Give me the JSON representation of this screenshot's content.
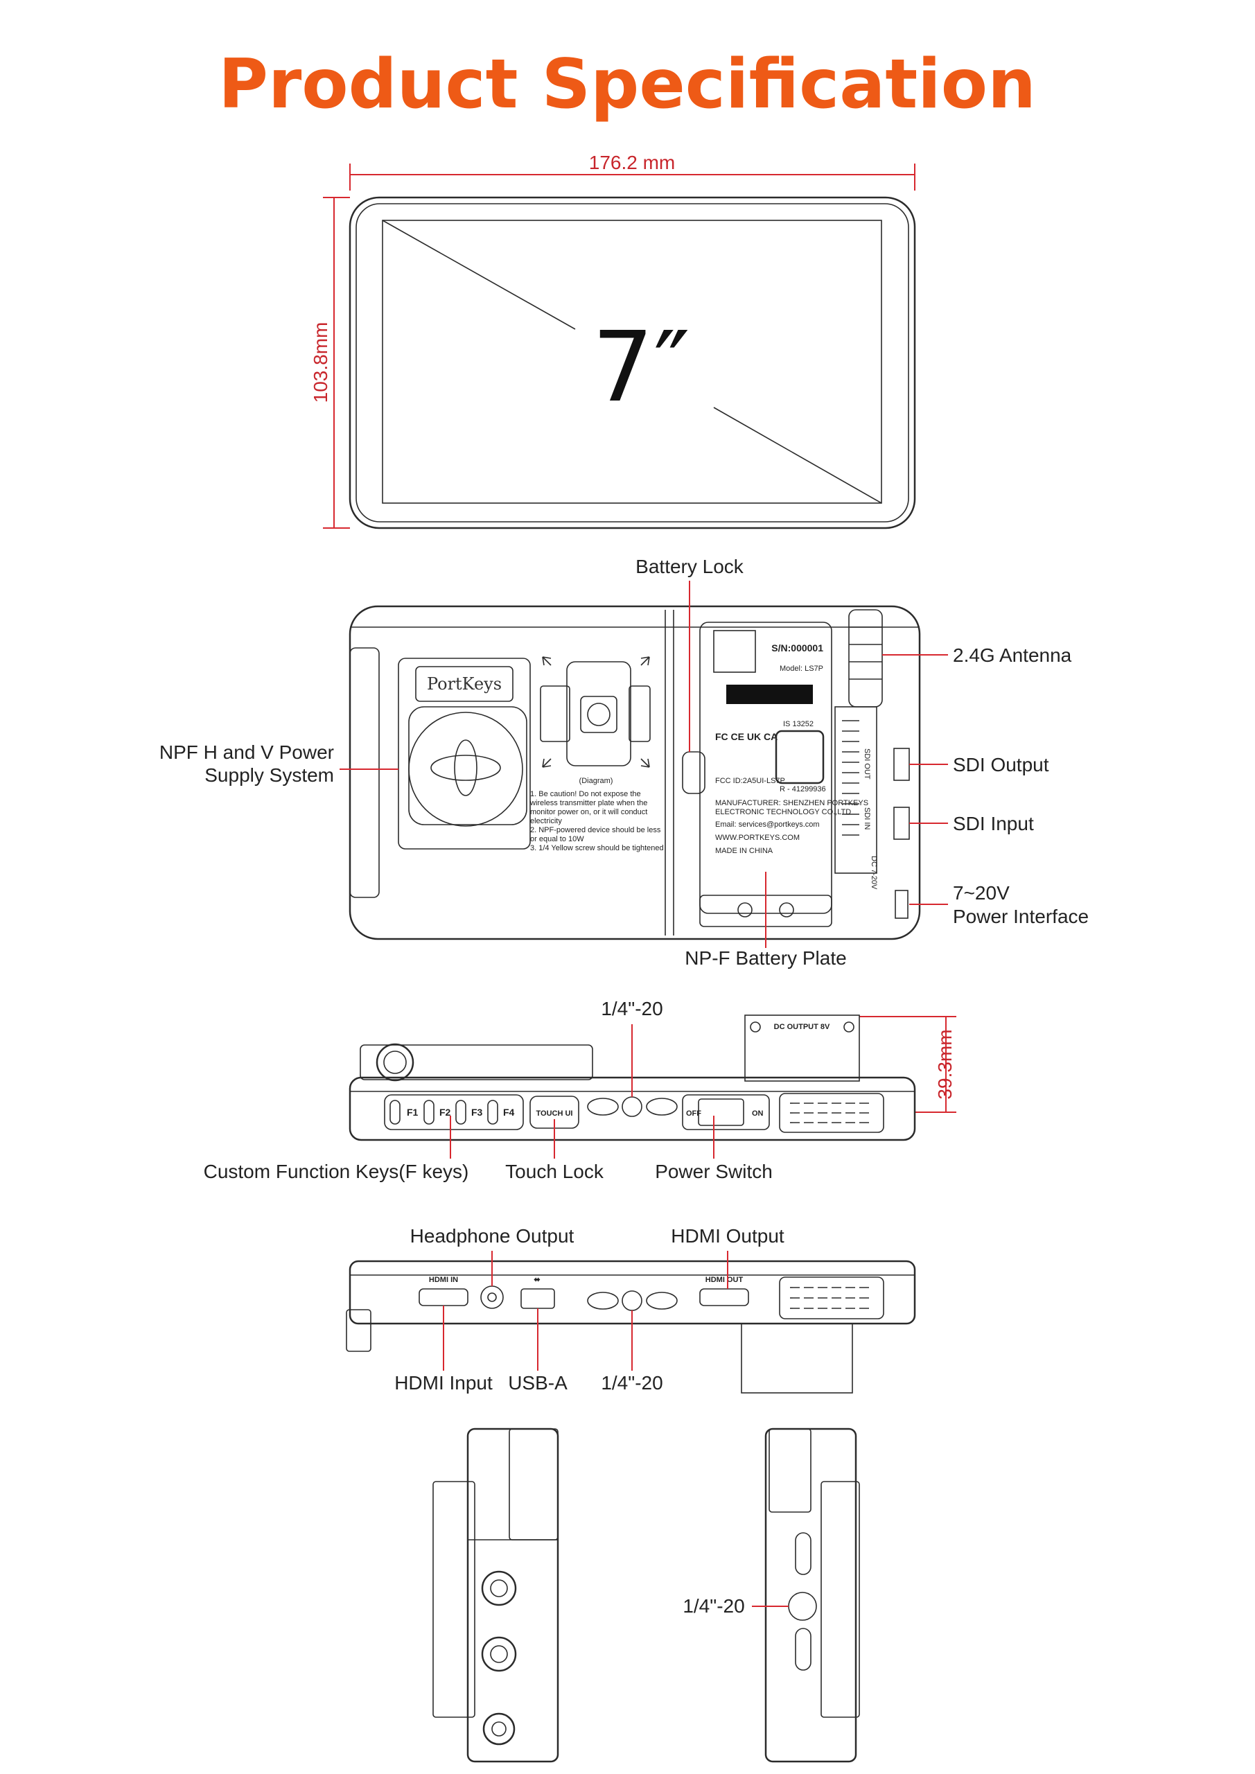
{
  "title": "Product Specification",
  "dimensions": {
    "width": "176.2 mm",
    "height": "103.8mm",
    "depth": "39.3mm",
    "screen_size": "7″"
  },
  "back_view": {
    "callouts": {
      "battery_lock": "Battery Lock",
      "antenna": "2.4G Antenna",
      "npf_power_line1": "NPF H and V Power",
      "npf_power_line2": "Supply System",
      "sdi_output": "SDI Output",
      "sdi_input": "SDI Input",
      "power_interface_line1": "7~20V",
      "power_interface_line2": "Power Interface",
      "battery_plate": "NP-F Battery Plate"
    },
    "labels": {
      "sn": "S/N:000001",
      "model": "Model: LS7P",
      "is_number": "IS 13252",
      "fcc_id": "FCC ID:2A5UI-LS7P",
      "r_number": "R - 41299936",
      "manufacturer_line1": "MANUFACTURER: SHENZHEN PORTKEYS",
      "manufacturer_line2": "ELECTRONIC TECHNOLOGY CO.,LTD",
      "email": "Email: services@portkeys.com",
      "website": "WWW.PORTKEYS.COM",
      "made_in": "MADE IN CHINA",
      "cert_marks": "FC CE UK CA",
      "diagram_caption": "(Diagram)",
      "caution_1": "1.  Be caution! Do not expose the wireless transmitter plate when the monitor power on, or it will conduct electricity",
      "caution_2": "2.  NPF-powered device should be less or equal to 10W",
      "caution_3": "3.  1/4 Yellow screw should be tightened",
      "brand": "PortKeys",
      "sdi_out_port": "SDI OUT",
      "sdi_in_port": "SDI IN",
      "dc_port": "DC 7-20V"
    }
  },
  "top_view": {
    "callouts": {
      "mount": "1/4\"-20",
      "function_keys": "Custom Function Keys(F keys)",
      "touch_lock": "Touch Lock",
      "power_switch": "Power Switch"
    },
    "labels": {
      "keys": [
        "F1",
        "F2",
        "F3",
        "F4"
      ],
      "touch": "TOUCH UI",
      "off": "OFF",
      "on": "ON",
      "dc_output": "DC OUTPUT 8V"
    }
  },
  "bottom_view": {
    "callouts": {
      "headphone": "Headphone Output",
      "hdmi_output": "HDMI Output",
      "hdmi_input": "HDMI Input",
      "usb_a": "USB-A",
      "mount": "1/4\"-20"
    },
    "labels": {
      "hdmi_in": "HDMI IN",
      "hdmi_out": "HDMI OUT"
    }
  },
  "side_view": {
    "callouts": {
      "mount": "1/4\"-20"
    }
  }
}
